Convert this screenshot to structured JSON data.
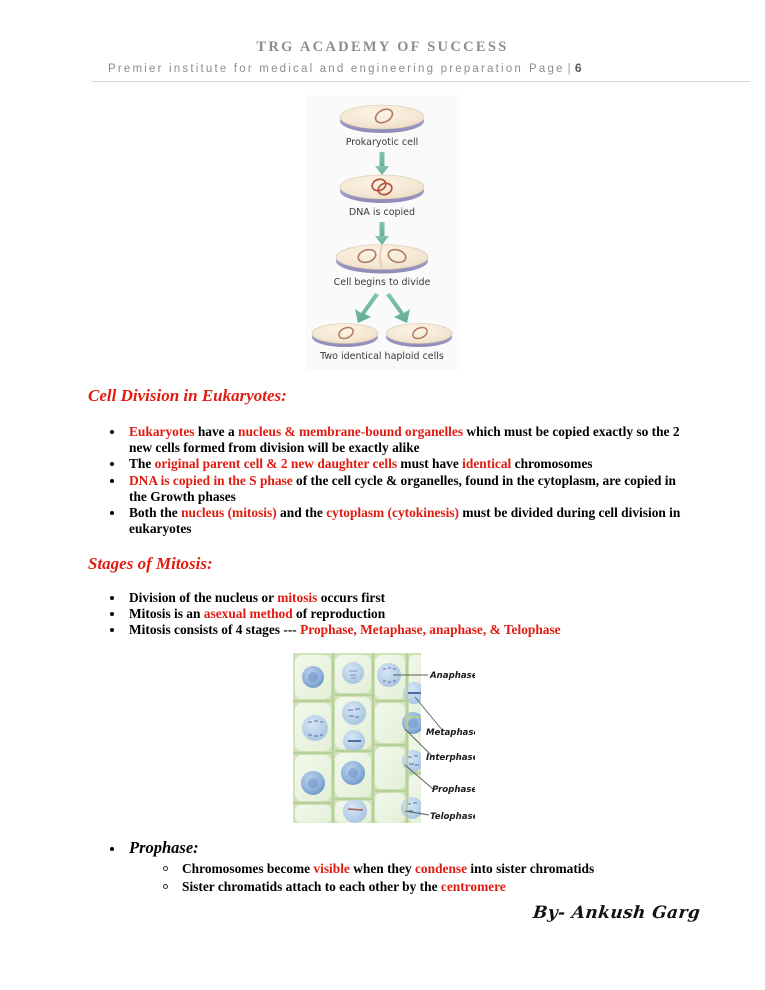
{
  "header": {
    "academy_title": "TRG ACADEMY OF SUCCESS",
    "tagline": "Premier institute for medical and engineering preparation",
    "page_word": "Page",
    "page_separator": "|",
    "page_number": "6"
  },
  "colors": {
    "accent_red": "#e01b10",
    "header_grey": "#8d8d8d",
    "body_black": "#000000"
  },
  "figures": {
    "prokaryote": {
      "name": "prokaryotic-cell-division-diagram",
      "captions": [
        "Prokaryotic cell",
        "DNA is copied",
        "Cell begins to divide",
        "Two identical haploid cells"
      ]
    },
    "mitosis": {
      "name": "onion-root-tip-mitosis-micrograph",
      "labels": [
        "Anaphase",
        "Metaphase",
        "Interphase",
        "Prophase",
        "Telophase"
      ]
    }
  },
  "sections": [
    {
      "heading": "Cell Division in Eukaryotes:",
      "bullets": [
        [
          {
            "t": "Eukaryotes",
            "c": "red"
          },
          {
            "t": " have a ",
            "c": "black"
          },
          {
            "t": "nucleus & membrane-bound organelles",
            "c": "red"
          },
          {
            "t": " which must be copied exactly so the 2 new cells formed from division will be exactly alike",
            "c": "black"
          }
        ],
        [
          {
            "t": "The ",
            "c": "black"
          },
          {
            "t": "original parent cell & 2 new daughter cells",
            "c": "red"
          },
          {
            "t": " must have ",
            "c": "black"
          },
          {
            "t": "identical",
            "c": "red"
          },
          {
            "t": " chromosomes",
            "c": "black"
          }
        ],
        [
          {
            "t": "DNA is copied in the S phase",
            "c": "red"
          },
          {
            "t": " of the cell cycle & organelles, found in the cytoplasm,  are copied in the Growth phases",
            "c": "black"
          }
        ],
        [
          {
            "t": "Both the ",
            "c": "black"
          },
          {
            "t": "nucleus (mitosis)",
            "c": "red"
          },
          {
            "t": " and the ",
            "c": "black"
          },
          {
            "t": "cytoplasm (cytokinesis)",
            "c": "red"
          },
          {
            "t": " must be divided during cell division in eukaryotes",
            "c": "black"
          }
        ]
      ]
    },
    {
      "heading": "Stages of Mitosis:",
      "bullets": [
        [
          {
            "t": "Division of the nucleus or ",
            "c": "black"
          },
          {
            "t": "mitosis",
            "c": "red"
          },
          {
            "t": " occurs first",
            "c": "black"
          }
        ],
        [
          {
            "t": "Mitosis is an ",
            "c": "black"
          },
          {
            "t": "asexual method",
            "c": "red"
          },
          {
            "t": " of reproduction",
            "c": "black"
          }
        ],
        [
          {
            "t": "Mitosis consists of 4 stages --- ",
            "c": "black"
          },
          {
            "t": "Prophase, Metaphase, anaphase, & Telophase",
            "c": "red"
          }
        ]
      ]
    }
  ],
  "prophase": {
    "heading": "Prophase:",
    "sub_bullets": [
      [
        {
          "t": "Chromosomes become ",
          "c": "black"
        },
        {
          "t": "visible",
          "c": "red"
        },
        {
          "t": " when they ",
          "c": "black"
        },
        {
          "t": "condense",
          "c": "red"
        },
        {
          "t": " into sister chromatids",
          "c": "black"
        }
      ],
      [
        {
          "t": "Sister chromatids attach to each other by the ",
          "c": "black"
        },
        {
          "t": "centromere",
          "c": "red"
        }
      ]
    ]
  },
  "signature": "By- Ankush Garg"
}
